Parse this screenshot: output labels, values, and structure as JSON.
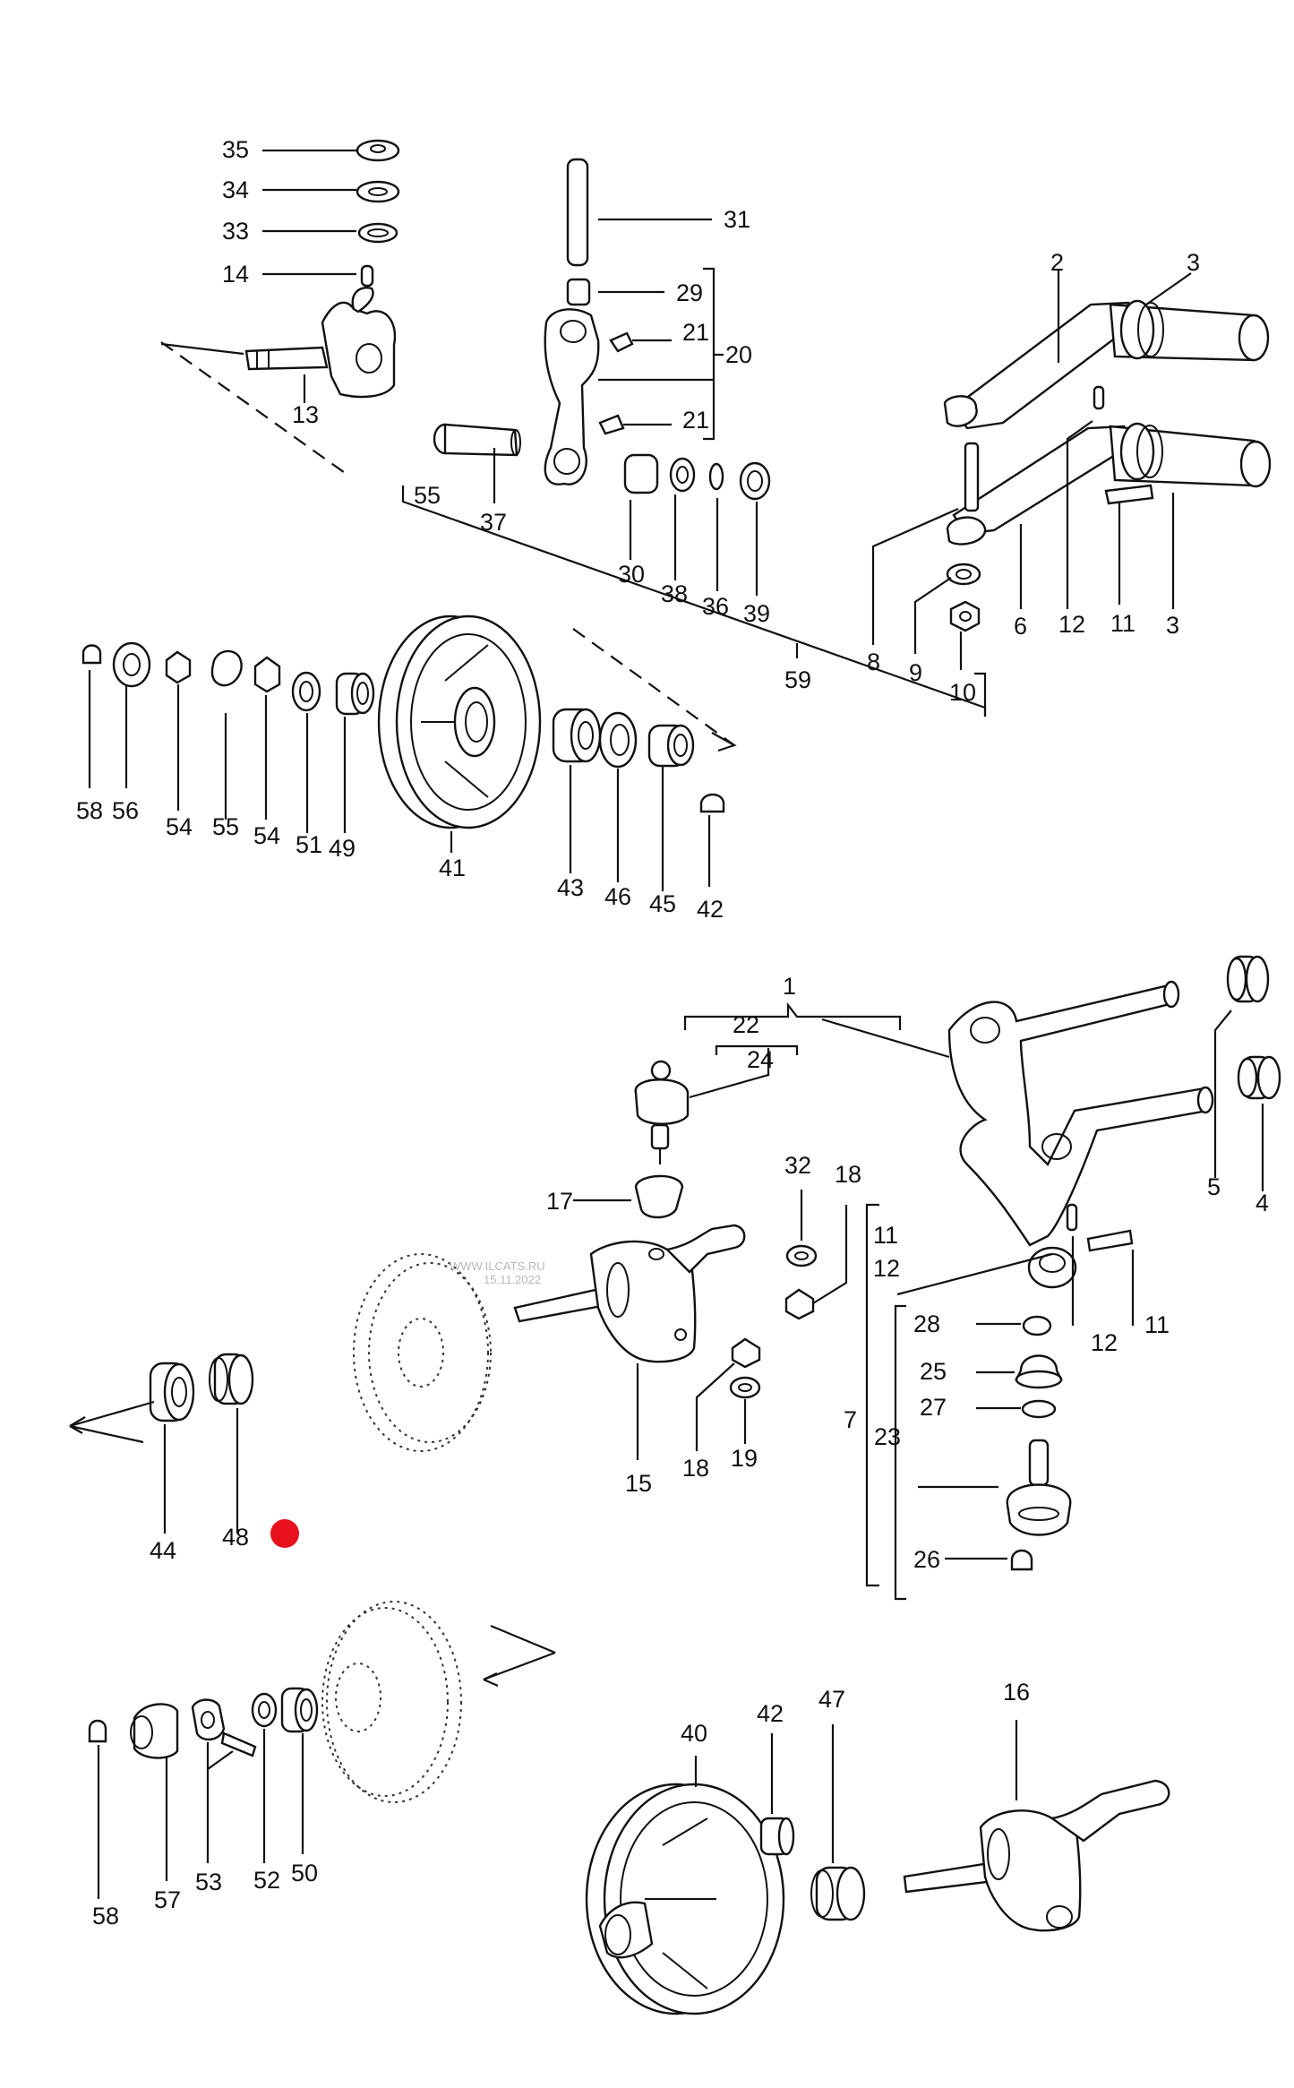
{
  "watermark": {
    "site": "WWW.ILCATS.RU",
    "date": "15.11.2022"
  },
  "marker": {
    "color": "#e8101c"
  },
  "callouts": [
    {
      "id": "c35",
      "text": "35"
    },
    {
      "id": "c34",
      "text": "34"
    },
    {
      "id": "c33",
      "text": "33"
    },
    {
      "id": "c14",
      "text": "14"
    },
    {
      "id": "c13",
      "text": "13"
    },
    {
      "id": "c31",
      "text": "31"
    },
    {
      "id": "c29",
      "text": "29"
    },
    {
      "id": "c21a",
      "text": "21"
    },
    {
      "id": "c21b",
      "text": "21"
    },
    {
      "id": "c20",
      "text": "20"
    },
    {
      "id": "c55a",
      "text": "55"
    },
    {
      "id": "c37",
      "text": "37"
    },
    {
      "id": "c30",
      "text": "30"
    },
    {
      "id": "c38",
      "text": "38"
    },
    {
      "id": "c36",
      "text": "36"
    },
    {
      "id": "c39",
      "text": "39"
    },
    {
      "id": "c59",
      "text": "59"
    },
    {
      "id": "c2",
      "text": "2"
    },
    {
      "id": "c3a",
      "text": "3"
    },
    {
      "id": "c3b",
      "text": "3"
    },
    {
      "id": "c8",
      "text": "8"
    },
    {
      "id": "c9",
      "text": "9"
    },
    {
      "id": "c10",
      "text": "10"
    },
    {
      "id": "c6",
      "text": "6"
    },
    {
      "id": "c12a",
      "text": "12"
    },
    {
      "id": "c11a",
      "text": "11"
    },
    {
      "id": "c58a",
      "text": "58"
    },
    {
      "id": "c56",
      "text": "56"
    },
    {
      "id": "c54a",
      "text": "54"
    },
    {
      "id": "c55b",
      "text": "55"
    },
    {
      "id": "c54b",
      "text": "54"
    },
    {
      "id": "c51",
      "text": "51"
    },
    {
      "id": "c49",
      "text": "49"
    },
    {
      "id": "c41",
      "text": "41"
    },
    {
      "id": "c43",
      "text": "43"
    },
    {
      "id": "c46",
      "text": "46"
    },
    {
      "id": "c45",
      "text": "45"
    },
    {
      "id": "c42a",
      "text": "42"
    },
    {
      "id": "c1",
      "text": "1"
    },
    {
      "id": "c22",
      "text": "22"
    },
    {
      "id": "c24",
      "text": "24"
    },
    {
      "id": "c5",
      "text": "5"
    },
    {
      "id": "c4",
      "text": "4"
    },
    {
      "id": "c17",
      "text": "17"
    },
    {
      "id": "c32",
      "text": "32"
    },
    {
      "id": "c18a",
      "text": "18"
    },
    {
      "id": "c11b",
      "text": "11"
    },
    {
      "id": "c12b",
      "text": "12"
    },
    {
      "id": "c12c",
      "text": "12"
    },
    {
      "id": "c11c",
      "text": "11"
    },
    {
      "id": "c28",
      "text": "28"
    },
    {
      "id": "c25",
      "text": "25"
    },
    {
      "id": "c27",
      "text": "27"
    },
    {
      "id": "c7",
      "text": "7"
    },
    {
      "id": "c23",
      "text": "23"
    },
    {
      "id": "c26",
      "text": "26"
    },
    {
      "id": "c15",
      "text": "15"
    },
    {
      "id": "c18b",
      "text": "18"
    },
    {
      "id": "c19",
      "text": "19"
    },
    {
      "id": "c44",
      "text": "44"
    },
    {
      "id": "c48",
      "text": "48"
    },
    {
      "id": "c16",
      "text": "16"
    },
    {
      "id": "c40",
      "text": "40"
    },
    {
      "id": "c42b",
      "text": "42"
    },
    {
      "id": "c47",
      "text": "47"
    },
    {
      "id": "c58b",
      "text": "58"
    },
    {
      "id": "c57",
      "text": "57"
    },
    {
      "id": "c53",
      "text": "53"
    },
    {
      "id": "c52",
      "text": "52"
    },
    {
      "id": "c50",
      "text": "50"
    }
  ]
}
